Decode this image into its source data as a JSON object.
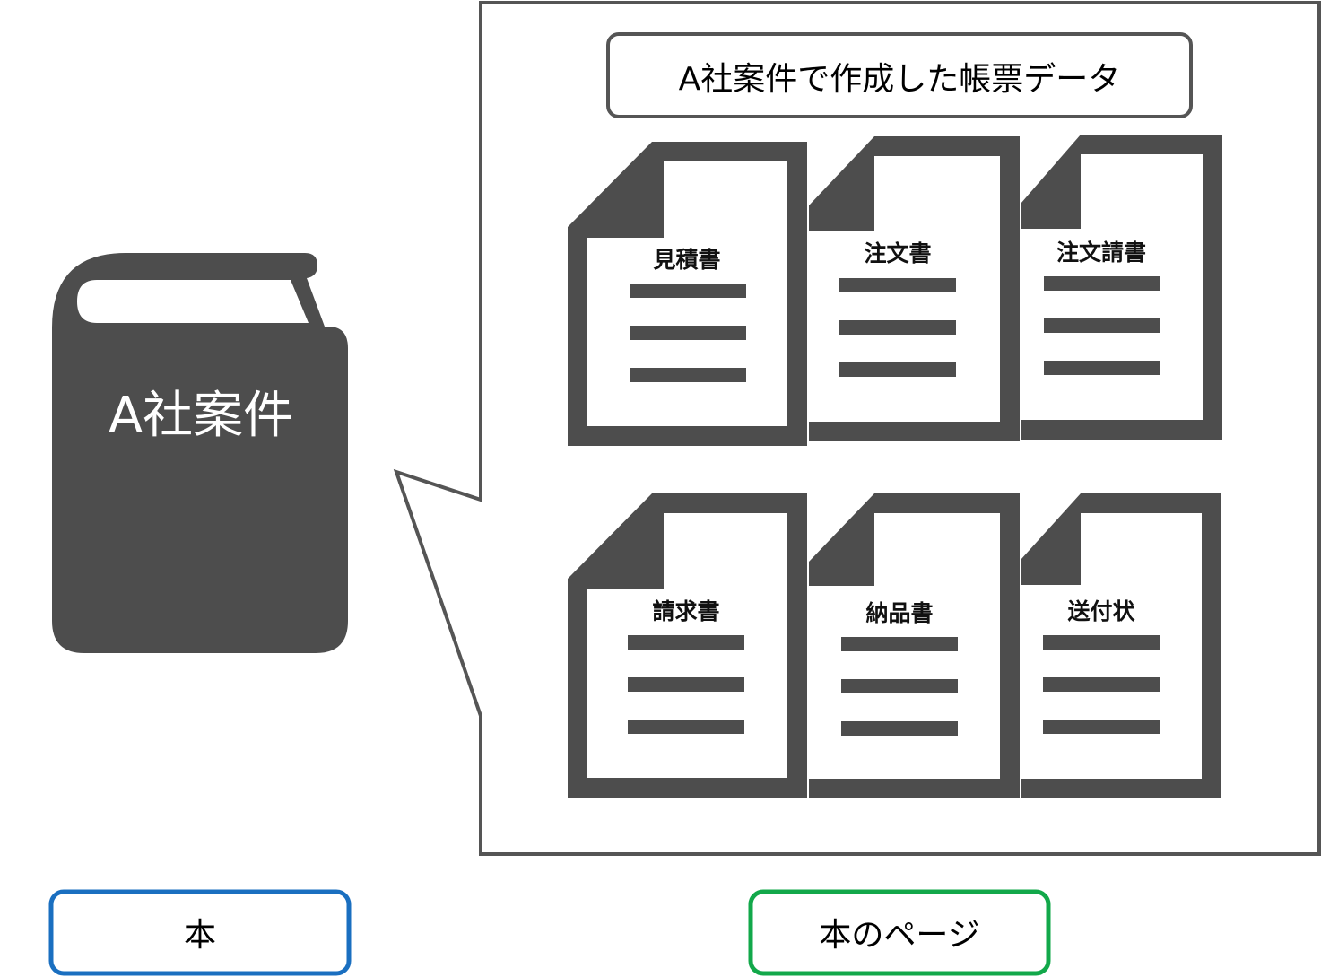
{
  "book": {
    "title": "A社案件",
    "icon": "book-icon"
  },
  "page_panel": {
    "header": "A社案件で作成した帳票データ",
    "documents": [
      {
        "label": "見積書",
        "icon": "document-icon"
      },
      {
        "label": "注文書",
        "icon": "document-icon"
      },
      {
        "label": "注文請書",
        "icon": "document-icon"
      },
      {
        "label": "請求書",
        "icon": "document-icon"
      },
      {
        "label": "納品書",
        "icon": "document-icon"
      },
      {
        "label": "送付状",
        "icon": "document-icon"
      }
    ]
  },
  "legend": {
    "book_label": "本",
    "page_label": "本のページ"
  },
  "colors": {
    "icon_fill": "#4d4d4d",
    "panel_border": "#555555",
    "legend_book_border": "#1a6fc0",
    "legend_page_border": "#12a84a"
  }
}
